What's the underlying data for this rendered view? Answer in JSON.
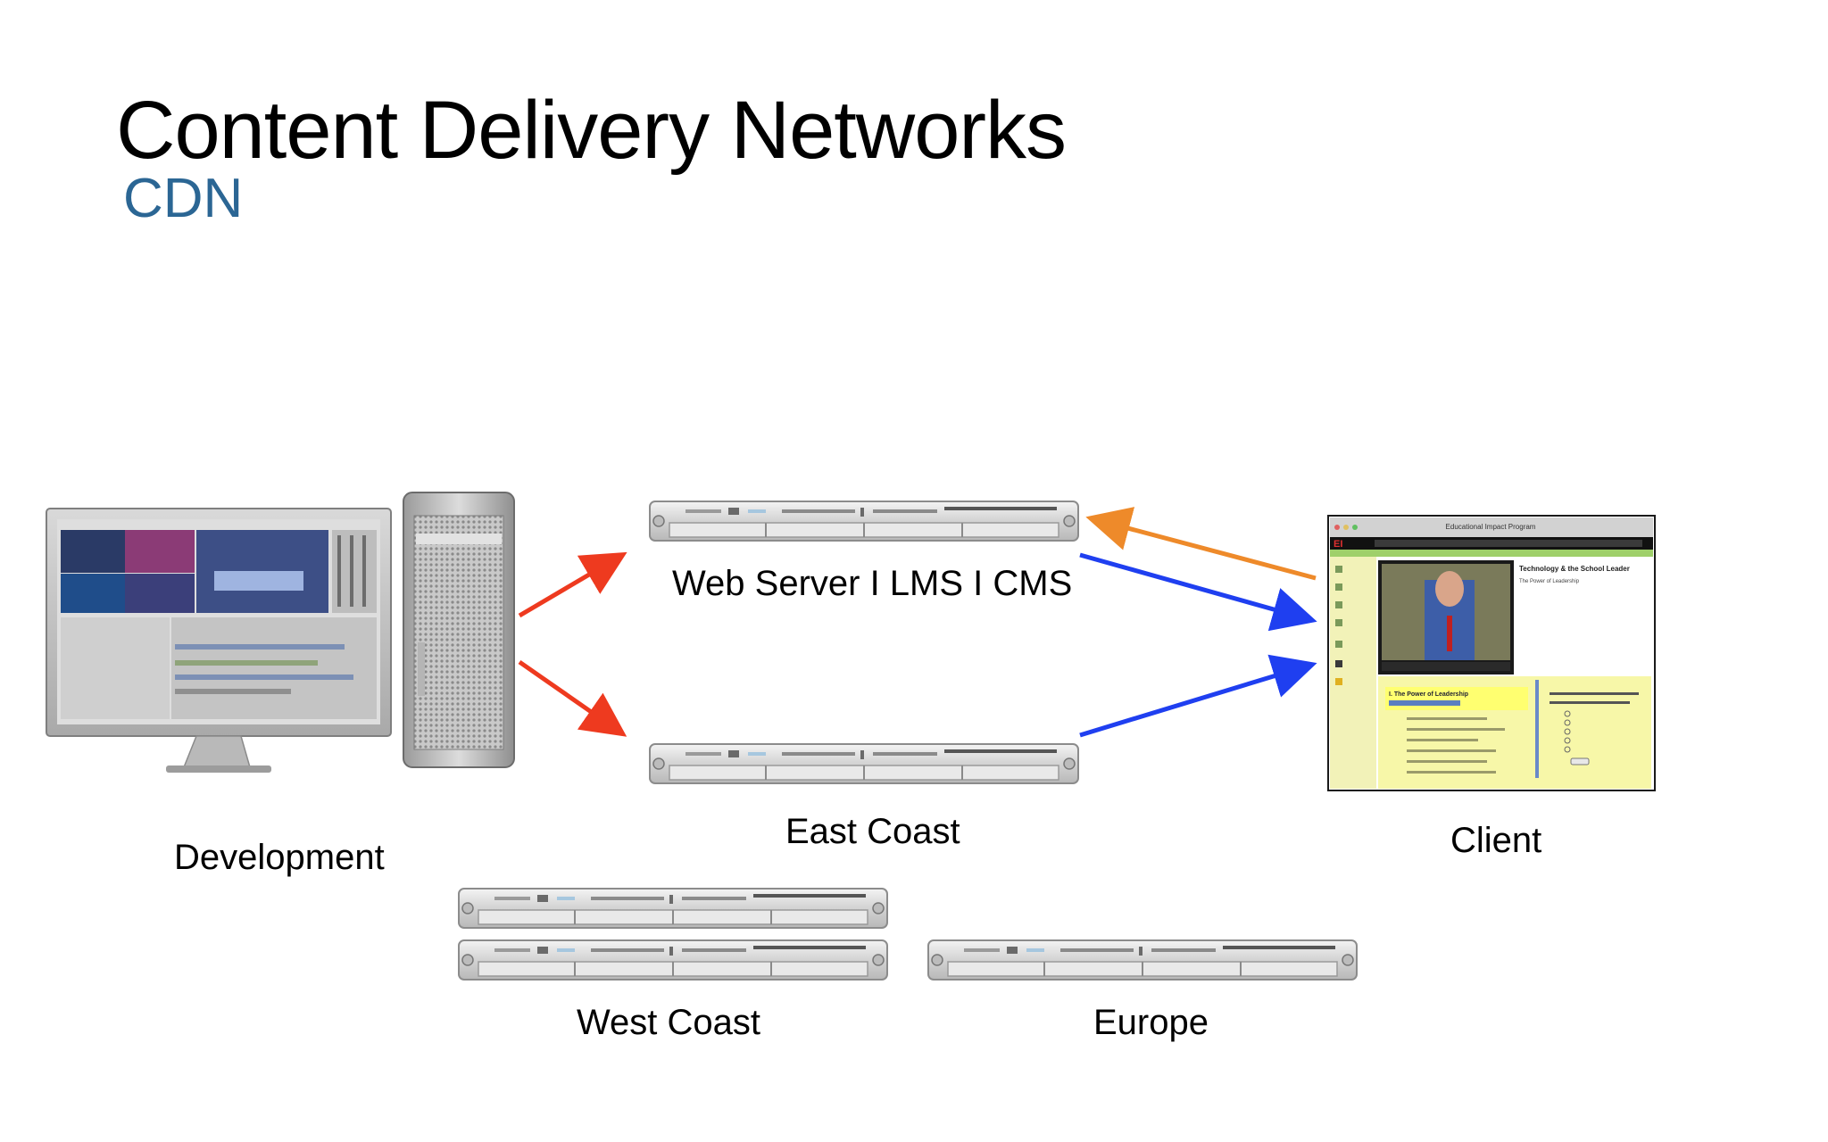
{
  "slide": {
    "title": "Content Delivery Networks",
    "subtitle": "CDN"
  },
  "nodes": {
    "development": "Development",
    "web_server": "Web Server I LMS I CMS",
    "east_coast": "East Coast",
    "client": "Client",
    "west_coast": "West Coast",
    "europe": "Europe"
  },
  "client_screen": {
    "window_title": "Educational Impact Program",
    "brand": "EI",
    "course_title": "Technology & the School Leader",
    "lesson_subtitle": "The Power of Leadership",
    "outline_heading": "I. The Power of Leadership"
  },
  "colors": {
    "subtitle": "#2b6694",
    "arrow_red": "#ee3a1f",
    "arrow_blue": "#1f3ff0",
    "arrow_orange": "#ee8a2a",
    "client_panel": "#f7f7a8"
  }
}
